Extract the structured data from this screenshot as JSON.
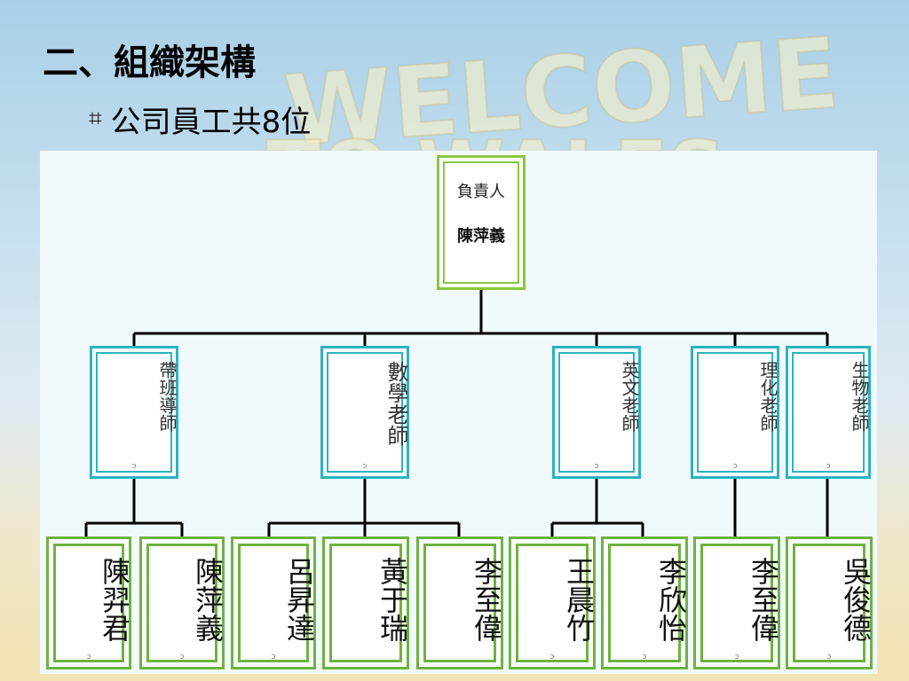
{
  "slide": {
    "title": "二、組織架構",
    "bullet": "公司員工共8位",
    "bullet_icon": "hash-bullet-icon"
  },
  "org_chart": {
    "head": {
      "role": "負責人",
      "name": "陳萍義"
    },
    "departments": [
      {
        "role": "帶班導師",
        "members": [
          "陳羿君",
          "陳萍義"
        ]
      },
      {
        "role": "數學老師",
        "members": [
          "呂昇達",
          "黃于瑞",
          "李至偉"
        ]
      },
      {
        "role": "英文老師",
        "members": [
          "王晨竹",
          "李欣怡"
        ]
      },
      {
        "role": "理化老師",
        "members": [
          "李至偉"
        ]
      },
      {
        "role": "生物老師",
        "members": [
          "吳俊德"
        ]
      }
    ]
  },
  "colors": {
    "head_border": "#8cc63f",
    "role_border": "#2bb3c0",
    "person_border": "#6db33f",
    "line": "#000000"
  }
}
